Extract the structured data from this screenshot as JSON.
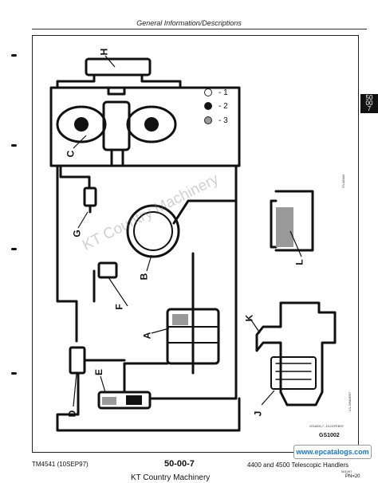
{
  "header": {
    "title": "General Information/Descriptions"
  },
  "section_tab": {
    "line1": "50",
    "line2": "00",
    "line3": "7"
  },
  "legend": [
    {
      "label": "- 1",
      "fill": "#ffffff"
    },
    {
      "label": "- 2",
      "fill": "#111111"
    },
    {
      "label": "- 3",
      "fill": "#9a9a9a"
    }
  ],
  "callouts": {
    "a": "A",
    "b": "B",
    "c": "C",
    "d": "D",
    "e": "E",
    "f": "F",
    "g": "G",
    "h": "H",
    "j": "J",
    "k": "K",
    "l": "L"
  },
  "diagram": {
    "figure_code": "GS1002",
    "side_code_top": "ITL00380",
    "side_code_bottom": "LN-26MAR97",
    "small_code": "GS4400,7  -19-01FEB97",
    "watermark": "KT Country Machinery"
  },
  "footer": {
    "left": "TM4541 (10SEP97)",
    "page": "50-00-7",
    "right": "4400 and 4500 Telescopic Handlers",
    "date_code": "061097",
    "page_code": "PN=20",
    "brand": "KT Country Machinery",
    "site": "www.epcatalogs.com"
  },
  "colors": {
    "black": "#111111",
    "gray": "#9a9a9a",
    "accent_badge": "#1b77c8"
  }
}
